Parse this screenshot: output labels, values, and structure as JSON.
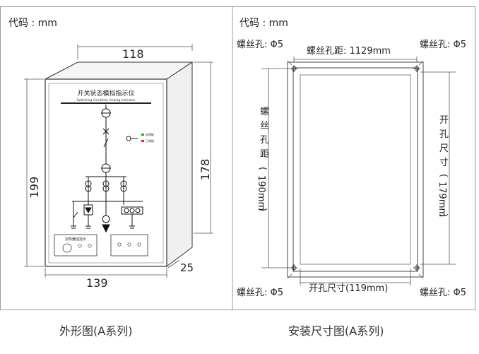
{
  "left_panel": {
    "unit_label": "代码 : mm",
    "dims": {
      "top_width": "118",
      "height_left": "199",
      "height_right": "178",
      "bottom_width": "139",
      "depth": "25"
    },
    "device_title_cn": "开关状态模拟指示仪",
    "device_title_en": "Switching Condition Analog Indicator",
    "legend": {
      "stored": "未储能",
      "released": "已储能"
    },
    "heater_panel_title": "加热器湿指示"
  },
  "right_panel": {
    "unit_label": "代码 : mm",
    "screw_hole_tl": "螺丝孔: Φ5",
    "screw_hole_tr": "螺丝孔: Φ5",
    "screw_hole_bl": "螺丝孔: Φ5",
    "screw_hole_br": "螺丝孔: Φ5",
    "screw_pitch_h": "螺丝孔距: 1129mm",
    "screw_pitch_v": [
      "螺",
      "丝",
      "孔",
      "距",
      "(",
      "190mm",
      ")"
    ],
    "cutout_v": [
      "开",
      "孔",
      "尺",
      "寸",
      "(",
      "179mm",
      ")"
    ],
    "cutout_h": "开孔尺寸(119mm)"
  },
  "captions": {
    "left": "外形图(A系列)",
    "right": "安装尺寸图(A系列)"
  }
}
